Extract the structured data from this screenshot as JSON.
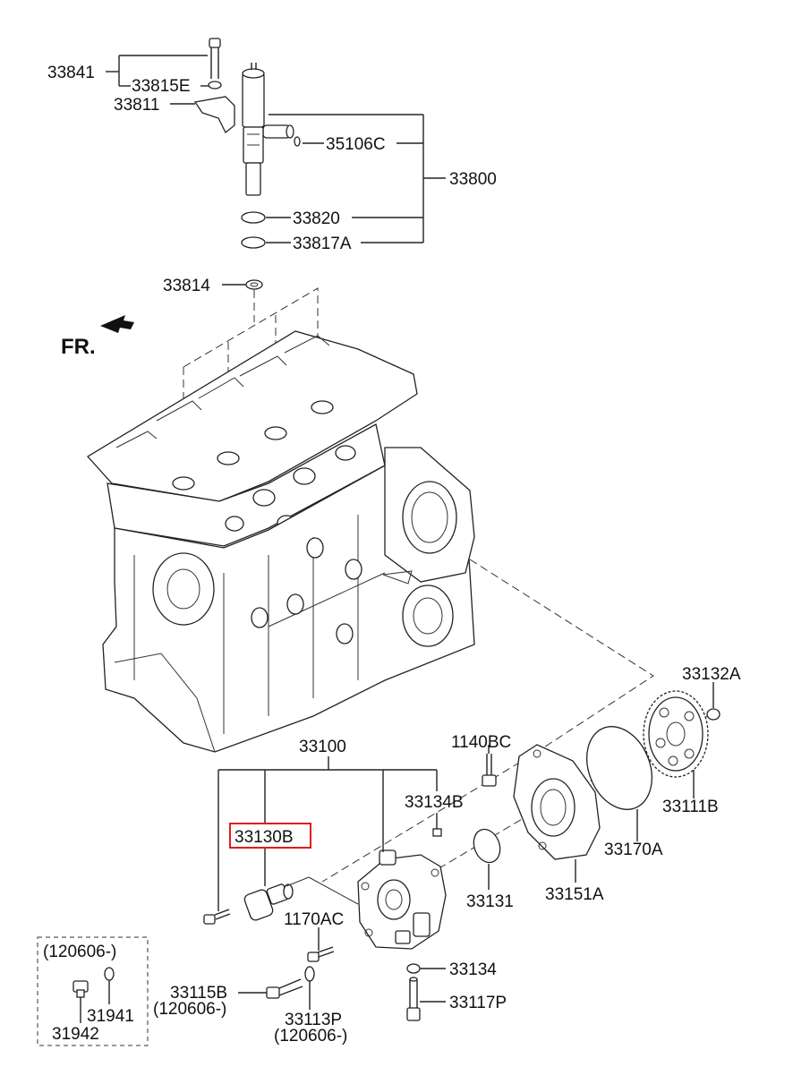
{
  "labels": {
    "p33841": "33841",
    "p33815E": "33815E",
    "p33811": "33811",
    "p35106C": "35106C",
    "p33800": "33800",
    "p33820": "33820",
    "p33817A": "33817A",
    "p33814": "33814",
    "fr": "FR.",
    "p33132A": "33132A",
    "p33100": "33100",
    "p1140BC": "1140BC",
    "p33134B": "33134B",
    "p33111B": "33111B",
    "p33130B": "33130B",
    "p33170A": "33170A",
    "p33131": "33131",
    "p33151A": "33151A",
    "p1170AC": "1170AC",
    "p120606a": "(120606-)",
    "p33134": "33134",
    "p33115B": "33115B",
    "p120606b": "(120606-)",
    "p33117P": "33117P",
    "p33113P": "33113P",
    "p120606c": "(120606-)",
    "p31941": "31941",
    "p31942": "31942"
  },
  "highlight": {
    "part": "33130B",
    "color": "#e01b1b"
  }
}
